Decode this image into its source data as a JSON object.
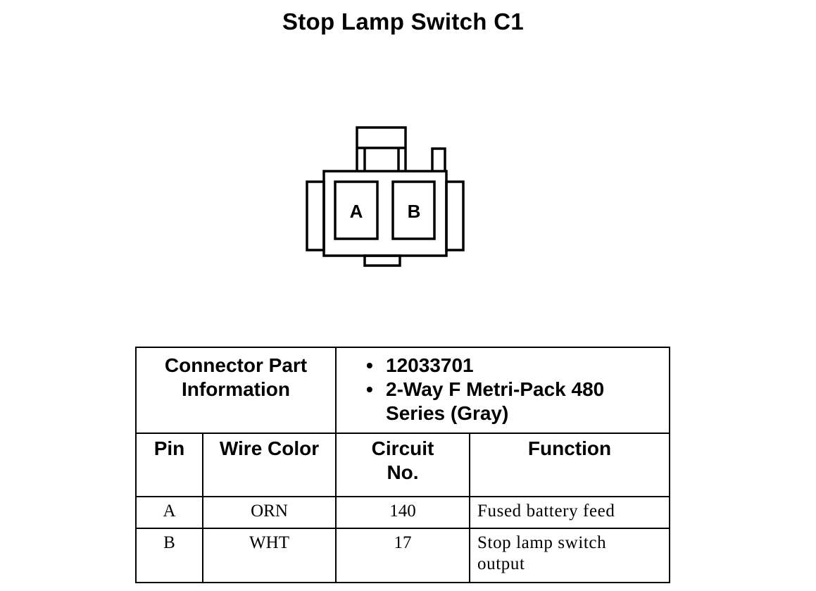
{
  "title": "Stop Lamp Switch C1",
  "connector": {
    "pins": [
      {
        "label": "A"
      },
      {
        "label": "B"
      }
    ]
  },
  "part_info": {
    "label": "Connector Part Information",
    "items": [
      "12033701",
      "2-Way F Metri-Pack 480 Series (Gray)"
    ]
  },
  "table": {
    "headers": {
      "pin": "Pin",
      "wire_color": "Wire Color",
      "circuit": "Circuit No.",
      "function": "Function"
    },
    "rows": [
      {
        "pin": "A",
        "wire_color": "ORN",
        "circuit": "140",
        "function": "Fused battery feed"
      },
      {
        "pin": "B",
        "wire_color": "WHT",
        "circuit": "17",
        "function": "Stop lamp switch output"
      }
    ]
  }
}
